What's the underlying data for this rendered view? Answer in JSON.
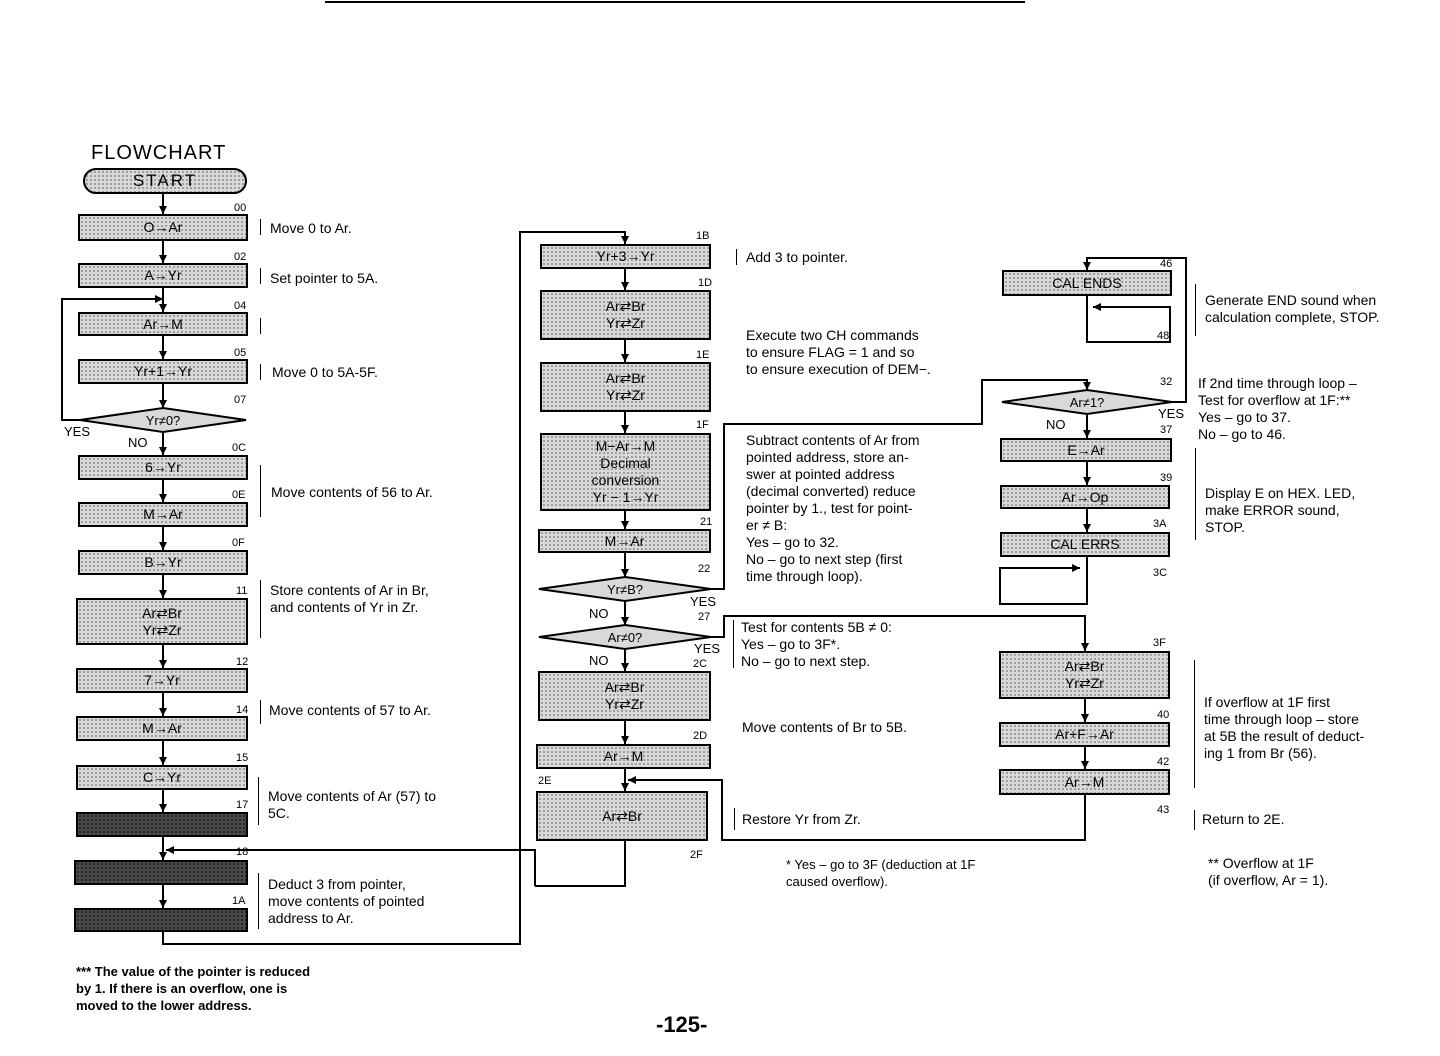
{
  "title": "FLOWCHART",
  "start": "START",
  "col1": [
    {
      "addr": "00",
      "line1": "O→Ar"
    },
    {
      "addr": "02",
      "line1": "A→Yr"
    },
    {
      "addr": "04",
      "line1": "Ar→M"
    },
    {
      "addr": "05",
      "line1": "Yr+1→Yr"
    },
    {
      "addr": "0C",
      "line1": "6→Yr"
    },
    {
      "addr": "0E",
      "line1": "M→Ar"
    },
    {
      "addr": "0F",
      "line1": "B→Yr"
    },
    {
      "addr": "11",
      "line1": "Ar⇄Br",
      "line2": "Yr⇄Zr"
    },
    {
      "addr": "12",
      "line1": "7→Yr"
    },
    {
      "addr": "14",
      "line1": "M→Ar"
    },
    {
      "addr": "15",
      "line1": "C→Yr"
    },
    {
      "addr": "17"
    },
    {
      "addr": "18"
    },
    {
      "addr": "1A"
    }
  ],
  "col2": [
    {
      "addr": "1B",
      "line1": "Yr+3→Yr"
    },
    {
      "addr": "1D",
      "line1": "Ar⇄Br",
      "line2": "Yr⇄Zr"
    },
    {
      "addr": "1E",
      "line1": "Ar⇄Br",
      "line2": "Yr⇄Zr"
    },
    {
      "addr": "1F",
      "line1": "M−Ar→M",
      "line2": "Decimal",
      "line3": "conversion",
      "line4": "Yr − 1→Yr"
    },
    {
      "addr": "21",
      "line1": "M→Ar"
    },
    {
      "addr": "2C",
      "line1": "Ar⇄Br",
      "line2": "Yr⇄Zr"
    },
    {
      "addr": "2D",
      "line1": "Ar→M"
    },
    {
      "addr": "2E",
      "line1": "Ar⇄Br"
    },
    {
      "addr": "2F"
    }
  ],
  "col3": [
    {
      "addr": "46",
      "line1": "CAL ENDS"
    },
    {
      "addr": "37",
      "line1": "E→Ar"
    },
    {
      "addr": "39",
      "line1": "Ar→Op"
    },
    {
      "addr": "3A",
      "line1": "CAL ERRS"
    },
    {
      "addr": "3F",
      "line1": "Ar⇄Br",
      "line2": "Yr⇄Zr"
    },
    {
      "addr": "40",
      "line1": "Ar+F→Ar"
    },
    {
      "addr": "42",
      "line1": "Ar→M"
    },
    {
      "addr": "48"
    },
    {
      "addr": "3C"
    },
    {
      "addr": "43"
    }
  ],
  "decisions": [
    {
      "addr": "07",
      "label": "Yr≠0?",
      "yes": "YES",
      "no": "NO"
    },
    {
      "addr": "22",
      "label": "Yr≠B?",
      "yes": "YES",
      "no": "NO"
    },
    {
      "addr": "27",
      "label": "Ar≠0?",
      "yes": "YES",
      "no": "NO"
    },
    {
      "addr": "32",
      "label": "Ar≠1?",
      "yes": "YES",
      "no": "NO"
    }
  ],
  "notes1": [
    "Move 0 to Ar.",
    "Set pointer to 5A.",
    "Move 0 to 5A-5F.",
    "Move contents of 56 to Ar.",
    "Store contents of Ar in Br,\nand contents of Yr in Zr.",
    "Move contents of 57 to Ar.",
    "Move contents of Ar (57) to\n5C.",
    "Deduct 3 from pointer,\nmove contents of pointed\naddress to Ar."
  ],
  "notes2": [
    "Add 3 to pointer.",
    "Execute two CH commands\nto ensure FLAG = 1 and so\nto ensure execution of DEM−.",
    "Subtract contents of Ar from\npointed address, store an-\nswer at pointed address\n(decimal converted) reduce\npointer by 1., test for point-\ner ≠ B:\nYes – go to 32.\nNo – go to next step (first\ntime through loop).",
    "Test for contents 5B ≠ 0:\nYes – go to 3F*.\nNo – go to next step.",
    "Move contents of Br to 5B.",
    "Restore Yr from Zr.",
    "* Yes – go to 3F (deduction at 1F\n   caused overflow)."
  ],
  "notes3": [
    "Generate END sound when\ncalculation complete, STOP.",
    "If 2nd time through loop –\nTest for overflow at 1F:**\nYes – go to 37.\nNo – go to 46.",
    "Display E on HEX. LED,\nmake ERROR sound,\nSTOP.",
    "If overflow at 1F first\ntime through loop – store\nat 5B the result of deduct-\ning 1 from Br (56).",
    "Return to 2E.",
    "** Overflow at 1F\n    (if overflow, Ar = 1)."
  ],
  "footnote": "*** The value of the pointer is reduced\n      by 1. If there is an overflow, one is\n      moved to the lower address.",
  "page_number": "-125-"
}
